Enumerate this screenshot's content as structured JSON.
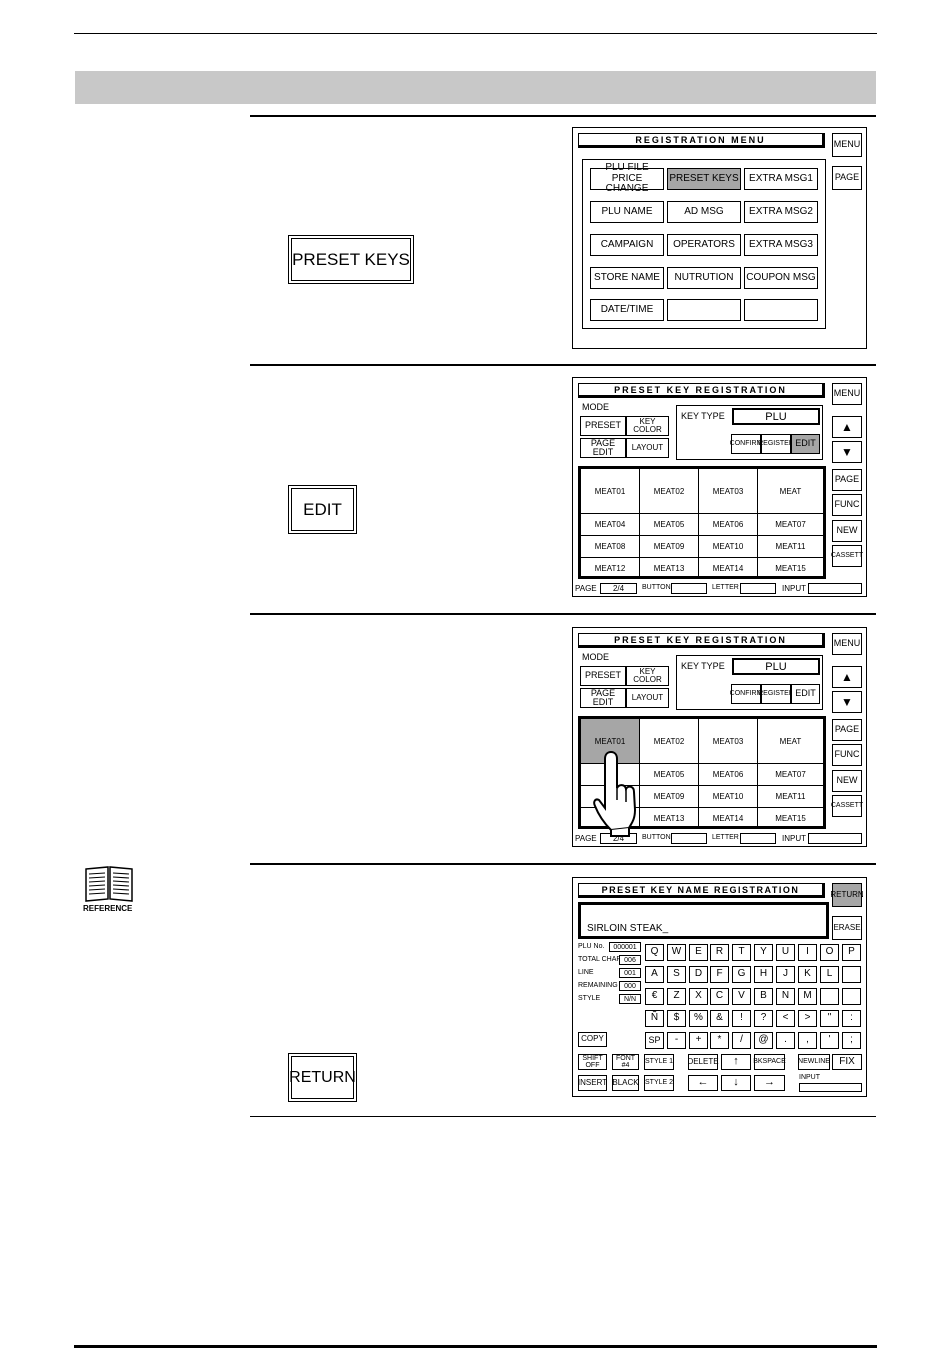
{
  "steps": {
    "s1": {
      "label": "PRESET KEYS"
    },
    "s2": {
      "label": "EDIT"
    },
    "s4": {
      "label": "RETURN"
    }
  },
  "reference_label": "REFERENCE",
  "reg_menu": {
    "title": "REGISTRATION MENU",
    "side": [
      "MENU",
      "PAGE"
    ],
    "items": [
      "PLU FILE\nPRICE CHANGE",
      "PRESET KEYS",
      "EXTRA MSG1",
      "PLU NAME",
      "AD MSG",
      "EXTRA MSG2",
      "CAMPAIGN",
      "OPERATORS",
      "EXTRA MSG3",
      "STORE NAME",
      "NUTRUTION",
      "COUPON MSG",
      "DATE/TIME",
      "",
      ""
    ]
  },
  "preset": {
    "title": "PRESET KEY REGISTRATION",
    "mode": "MODE",
    "mode_buttons": [
      "PRESET",
      "KEY COLOR",
      "PAGE EDIT",
      "LAYOUT"
    ],
    "key_type_label": "KEY TYPE",
    "key_type_value": "PLU",
    "actions": [
      "CONFIRM",
      "REGISTER",
      "EDIT"
    ],
    "side": [
      "MENU",
      "▲",
      "▼",
      "PAGE",
      "FUNC",
      "NEW",
      "CASSETT"
    ],
    "cells": [
      "MEAT01",
      "MEAT02",
      "MEAT03",
      "MEAT",
      "MEAT04",
      "MEAT05",
      "MEAT06",
      "MEAT07",
      "MEAT08",
      "MEAT09",
      "MEAT10",
      "MEAT11",
      "MEAT12",
      "MEAT13",
      "MEAT14",
      "MEAT15"
    ],
    "cells_b": [
      "MEAT01",
      "MEAT02",
      "MEAT03",
      "MEAT",
      "M",
      "MEAT05",
      "MEAT06",
      "MEAT07",
      "",
      "MEAT09",
      "MEAT10",
      "MEAT11",
      "M",
      "MEAT13",
      "MEAT14",
      "MEAT15"
    ],
    "footer": {
      "page": "PAGE",
      "page_value": "2/4",
      "button": "BUTTON",
      "letter": "LETTER",
      "input": "INPUT"
    }
  },
  "name_reg": {
    "title": "PRESET KEY NAME REGISTRATION",
    "side": [
      "RETURN",
      "ERASE"
    ],
    "text": "SIRLOIN STEAK_",
    "info": [
      {
        "label": "PLU No.",
        "value": "000001"
      },
      {
        "label": "TOTAL CHAR",
        "value": "006"
      },
      {
        "label": "LINE",
        "value": "001"
      },
      {
        "label": "REMAINING",
        "value": "000"
      },
      {
        "label": "STYLE",
        "value": "N/N"
      }
    ],
    "rows": [
      [
        "Q",
        "W",
        "E",
        "R",
        "T",
        "Y",
        "U",
        "I",
        "O",
        "P"
      ],
      [
        "A",
        "S",
        "D",
        "F",
        "G",
        "H",
        "J",
        "K",
        "L",
        ""
      ],
      [
        "€",
        "Z",
        "X",
        "C",
        "V",
        "B",
        "N",
        "M",
        "",
        ""
      ],
      [
        "Ñ",
        "$",
        "%",
        "&",
        "!",
        "?",
        "<",
        ">",
        "\"",
        ":"
      ],
      [
        "SP",
        "-",
        "+",
        "*",
        "/",
        "@",
        ".",
        ",",
        "'",
        ";"
      ]
    ],
    "bottom": {
      "copy": "COPY",
      "shift": "SHIFT\nOFF",
      "font": "FONT\n#4",
      "style1": "STYLE 1",
      "delete": "DELETE",
      "up": "↑",
      "bkspace": "BKSPACE",
      "newline": "NEWLINE",
      "fix": "FIX",
      "insert": "INSERT",
      "black": "BLACK",
      "style2": "STYLE 2",
      "left": "←",
      "down": "↓",
      "right": "→",
      "input": "INPUT"
    }
  }
}
